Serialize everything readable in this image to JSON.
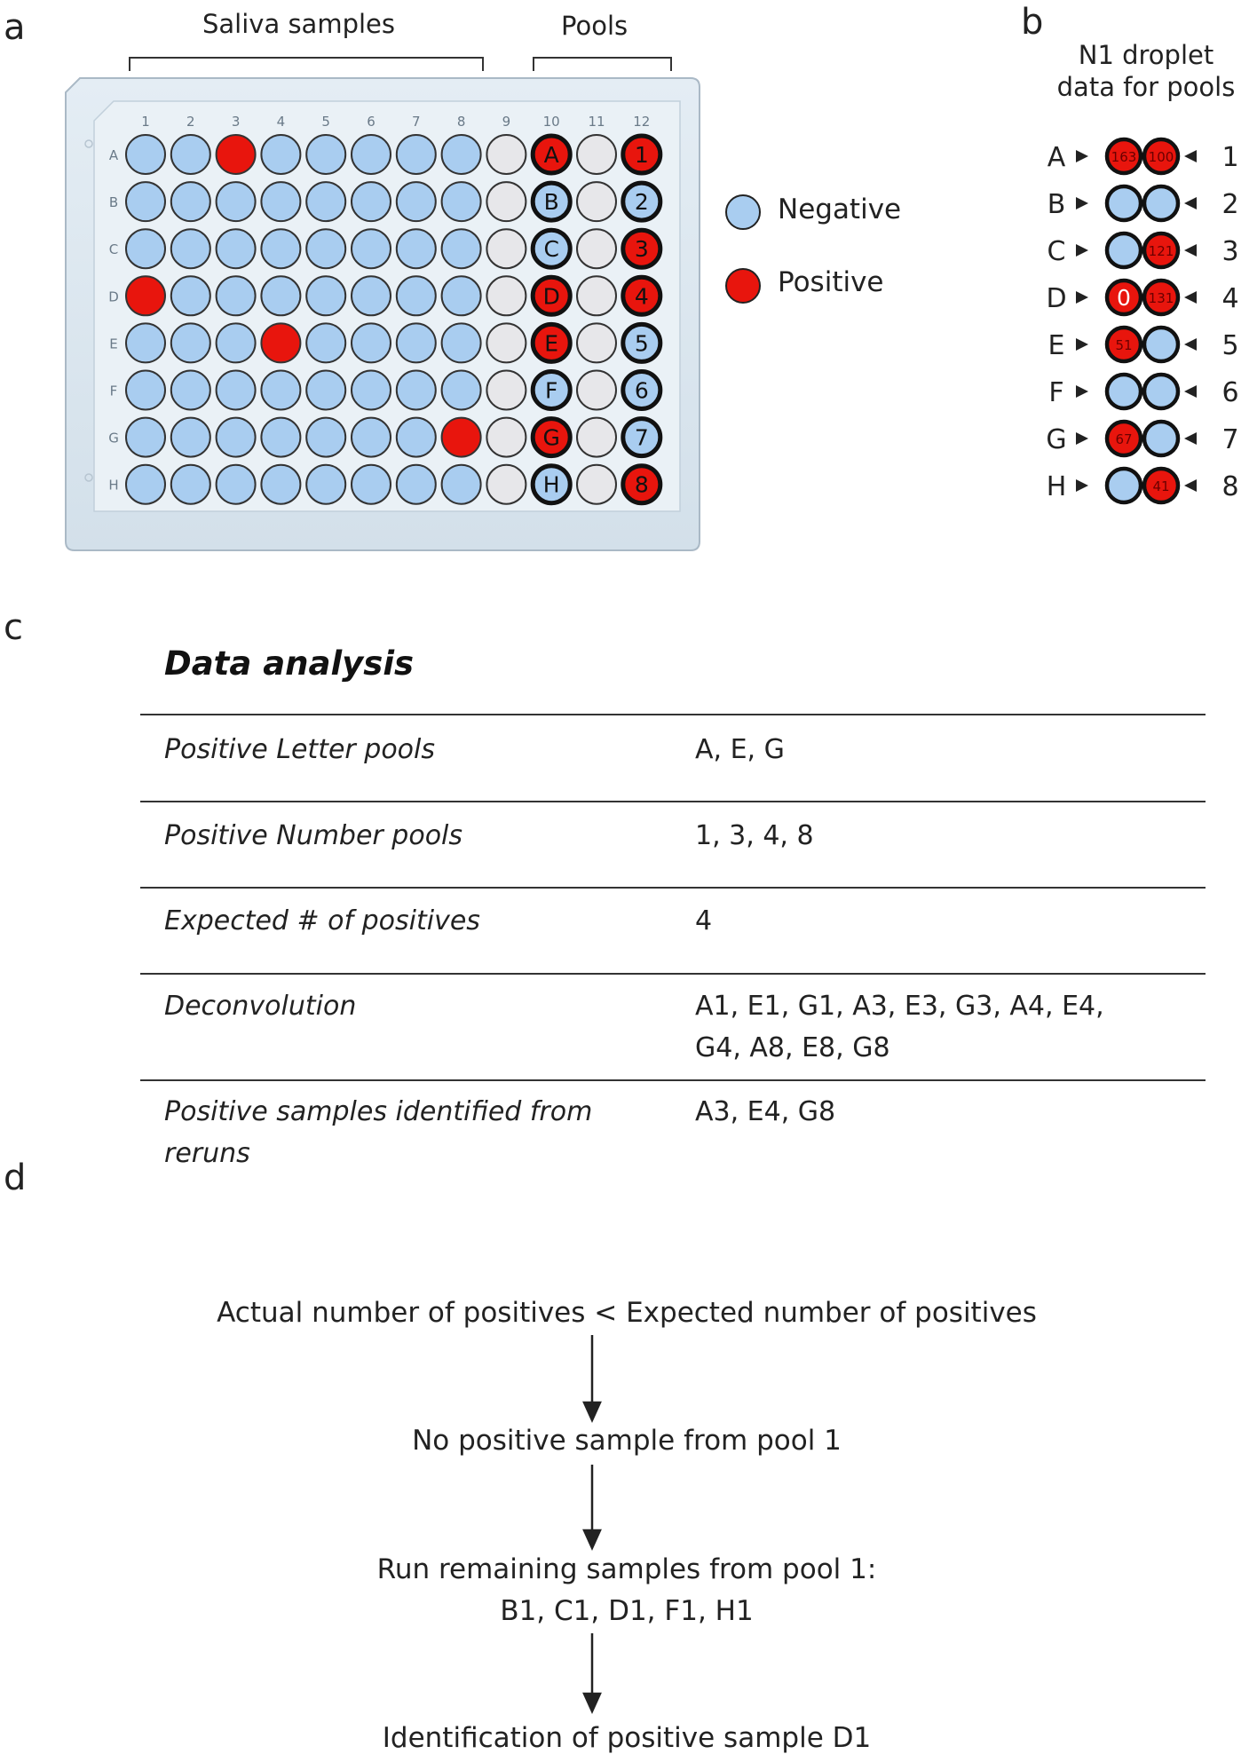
{
  "panels": {
    "a": "a",
    "b": "b",
    "c": "c",
    "d": "d"
  },
  "plate": {
    "saliva_label": "Saliva samples",
    "pools_label": "Pools",
    "rows": [
      "A",
      "B",
      "C",
      "D",
      "E",
      "F",
      "G",
      "H"
    ],
    "columns": [
      "1",
      "2",
      "3",
      "4",
      "5",
      "6",
      "7",
      "8",
      "9",
      "10",
      "11",
      "12"
    ],
    "positive_samples": [
      "A3",
      "D1",
      "E4",
      "G8"
    ],
    "letter_pool_column": "10",
    "number_pool_column": "12",
    "empty_columns": [
      "9",
      "11"
    ],
    "letter_pools": [
      {
        "label": "A",
        "positive": true
      },
      {
        "label": "B",
        "positive": false
      },
      {
        "label": "C",
        "positive": false
      },
      {
        "label": "D",
        "positive": true
      },
      {
        "label": "E",
        "positive": true
      },
      {
        "label": "F",
        "positive": false
      },
      {
        "label": "G",
        "positive": true
      },
      {
        "label": "H",
        "positive": false
      }
    ],
    "number_pools": [
      {
        "label": "1",
        "positive": true
      },
      {
        "label": "2",
        "positive": false
      },
      {
        "label": "3",
        "positive": true
      },
      {
        "label": "4",
        "positive": true
      },
      {
        "label": "5",
        "positive": false
      },
      {
        "label": "6",
        "positive": false
      },
      {
        "label": "7",
        "positive": false
      },
      {
        "label": "8",
        "positive": true
      }
    ]
  },
  "legend": {
    "negative": "Negative",
    "positive": "Positive",
    "negative_color": "#a9cdf0",
    "positive_color": "#e8150d"
  },
  "droplet": {
    "title_line1": "N1 droplet",
    "title_line2": "data for pools",
    "rows": [
      {
        "letter": "A",
        "number": "1",
        "letter_value": "163",
        "number_value": "100",
        "letter_pos": true,
        "number_pos": true
      },
      {
        "letter": "B",
        "number": "2",
        "letter_value": "",
        "number_value": "",
        "letter_pos": false,
        "number_pos": false
      },
      {
        "letter": "C",
        "number": "3",
        "letter_value": "",
        "number_value": "121",
        "letter_pos": false,
        "number_pos": true
      },
      {
        "letter": "D",
        "number": "4",
        "letter_value": "0",
        "number_value": "131",
        "letter_pos": true,
        "number_pos": true
      },
      {
        "letter": "E",
        "number": "5",
        "letter_value": "51",
        "number_value": "",
        "letter_pos": true,
        "number_pos": false
      },
      {
        "letter": "F",
        "number": "6",
        "letter_value": "",
        "number_value": "",
        "letter_pos": false,
        "number_pos": false
      },
      {
        "letter": "G",
        "number": "7",
        "letter_value": "67",
        "number_value": "",
        "letter_pos": true,
        "number_pos": false
      },
      {
        "letter": "H",
        "number": "8",
        "letter_value": "",
        "number_value": "41",
        "letter_pos": false,
        "number_pos": true
      }
    ]
  },
  "analysis": {
    "title": "Data analysis",
    "rows": [
      {
        "label": "Positive Letter pools",
        "value": "A, E, G"
      },
      {
        "label": "Positive Number pools",
        "value": "1, 3, 4, 8"
      },
      {
        "label": "Expected # of positives",
        "value": "4"
      },
      {
        "label": "Deconvolution",
        "value_line1": "A1, E1, G1, A3, E3, G3, A4, E4,",
        "value_line2": "G4, A8, E8, G8"
      },
      {
        "label_line1": "Positive samples identified from",
        "label_line2": "reruns",
        "value": "A3, E4, G8"
      }
    ]
  },
  "flow": {
    "step1": "Actual number  of positives < Expected number  of positives",
    "step2": "No positive sample from pool 1",
    "step3_line1": "Run remaining samples from pool 1:",
    "step3_line2": "B1, C1, D1, F1, H1",
    "step4": "Identification of positive sample D1"
  }
}
